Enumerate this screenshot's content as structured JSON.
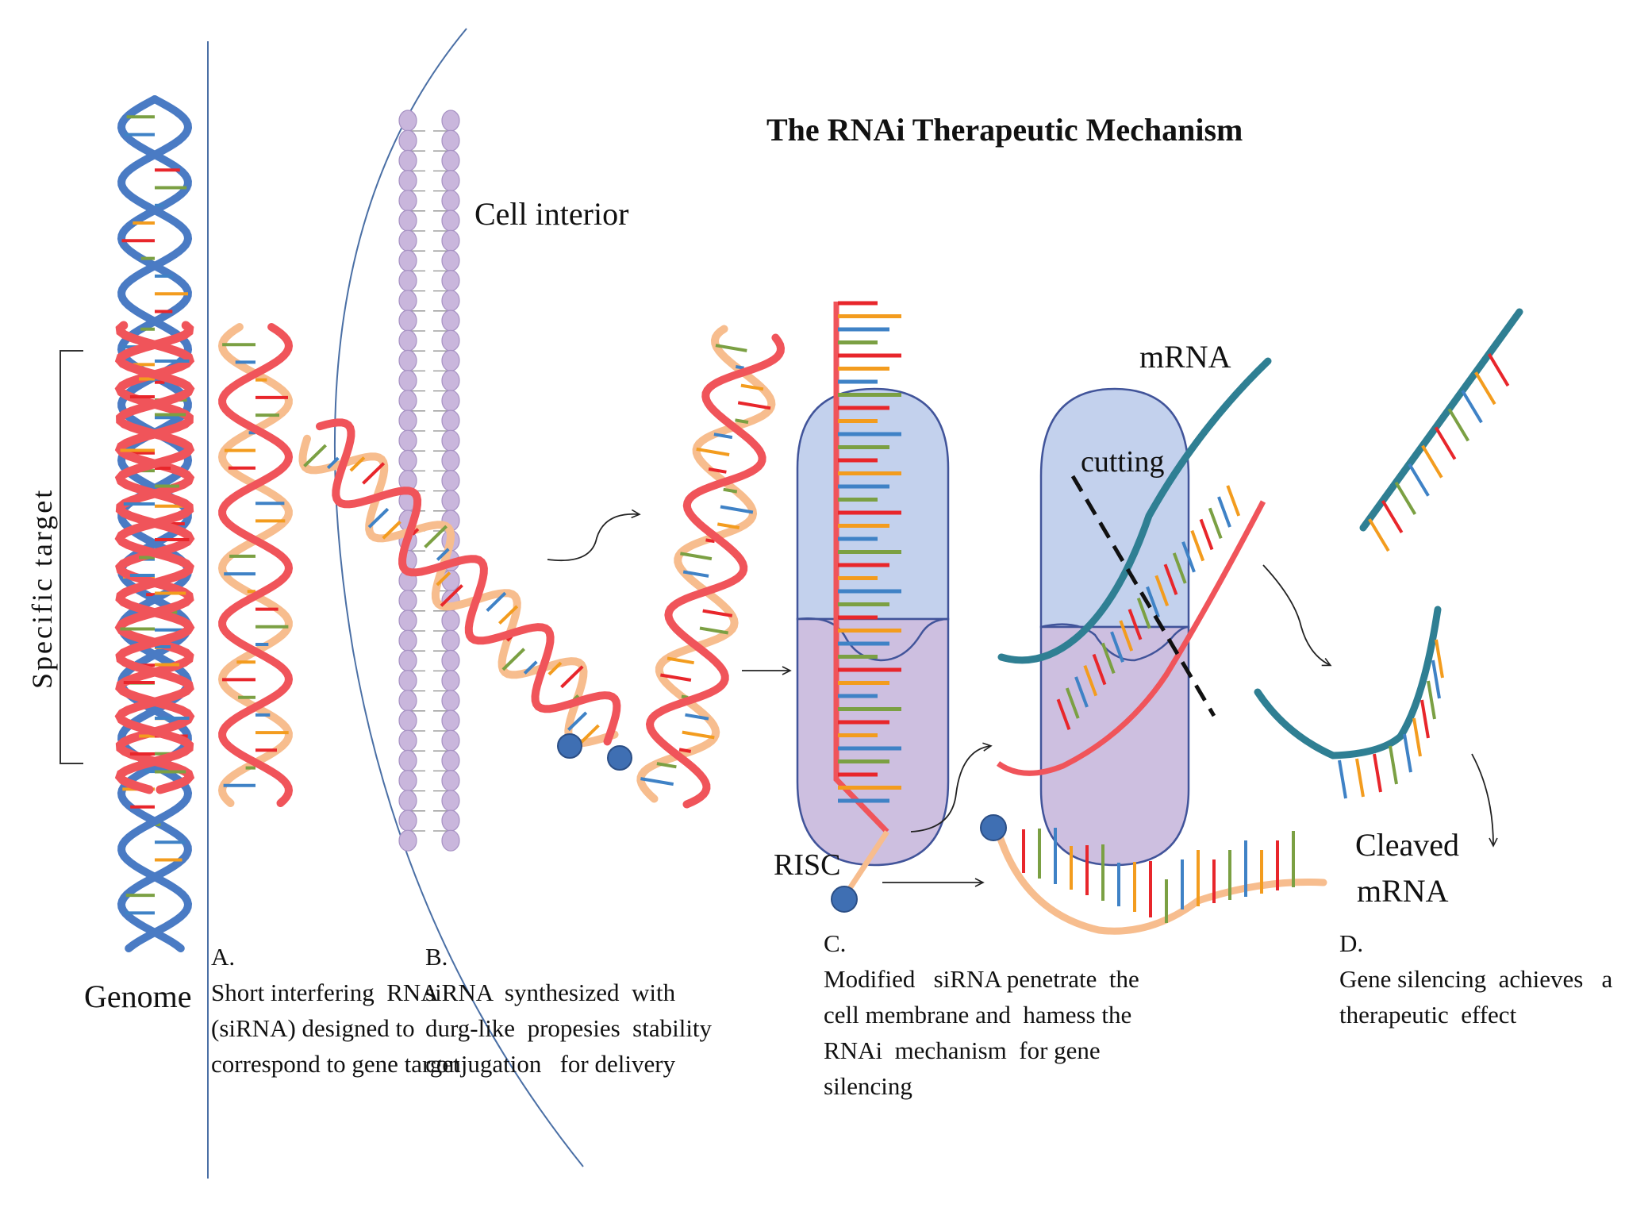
{
  "title": "The RNAi Therapeutic Mechanism",
  "labels": {
    "specific_target": "Specific target",
    "genome": "Genome",
    "cell_interior": "Cell interior",
    "mrna": "mRNA",
    "cutting": "cutting",
    "risc": "RISC",
    "cleaved_mrna": [
      "Cleaved",
      "mRNA"
    ]
  },
  "captions": [
    {
      "letter": "A.",
      "lines": [
        "Short interfering  RNA",
        "(siRNA) designed to",
        "correspond to gene target"
      ]
    },
    {
      "letter": "B.",
      "lines": [
        "siRNA  synthesized  with",
        "durg-like  propesies  stability",
        "conjugation   for delivery"
      ]
    },
    {
      "letter": "C.",
      "lines": [
        "Modified   siRNA penetrate  the",
        "cell membrane and  hamess the",
        "RNAi  mechanism  for gene",
        "silencing"
      ]
    },
    {
      "letter": "D.",
      "lines": [
        "Gene silencing  achieves   a",
        "therapeutic  effect"
      ]
    }
  ],
  "colors": {
    "dna_blue": "#4a7bc4",
    "rna_red": "#f0545a",
    "rna_peach": "#f7bd8e",
    "mrna_teal": "#2f7f93",
    "membrane": "#c9b6dc",
    "risc_top": "#c3d1ed",
    "risc_bottom": "#cdbfe0",
    "base_colors": [
      "#e8262b",
      "#f39c1e",
      "#3f82c6",
      "#7ba043"
    ]
  }
}
